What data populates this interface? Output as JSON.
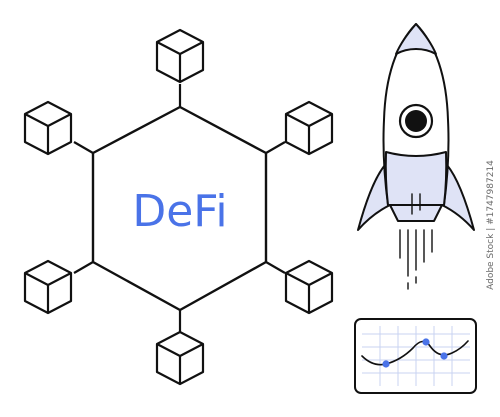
{
  "hub_label": "DeFi",
  "stock_id": "Adobe Stock | #1747987214",
  "colors": {
    "accent": "#4a73e8",
    "rocket_fill": "#dfe3f6",
    "ink": "#111111",
    "chart_grid": "#c8d3f2",
    "background": "#ffffff"
  },
  "icons": [
    "hexagon-hub",
    "cube-icon",
    "rocket-icon",
    "line-chart-icon"
  ]
}
